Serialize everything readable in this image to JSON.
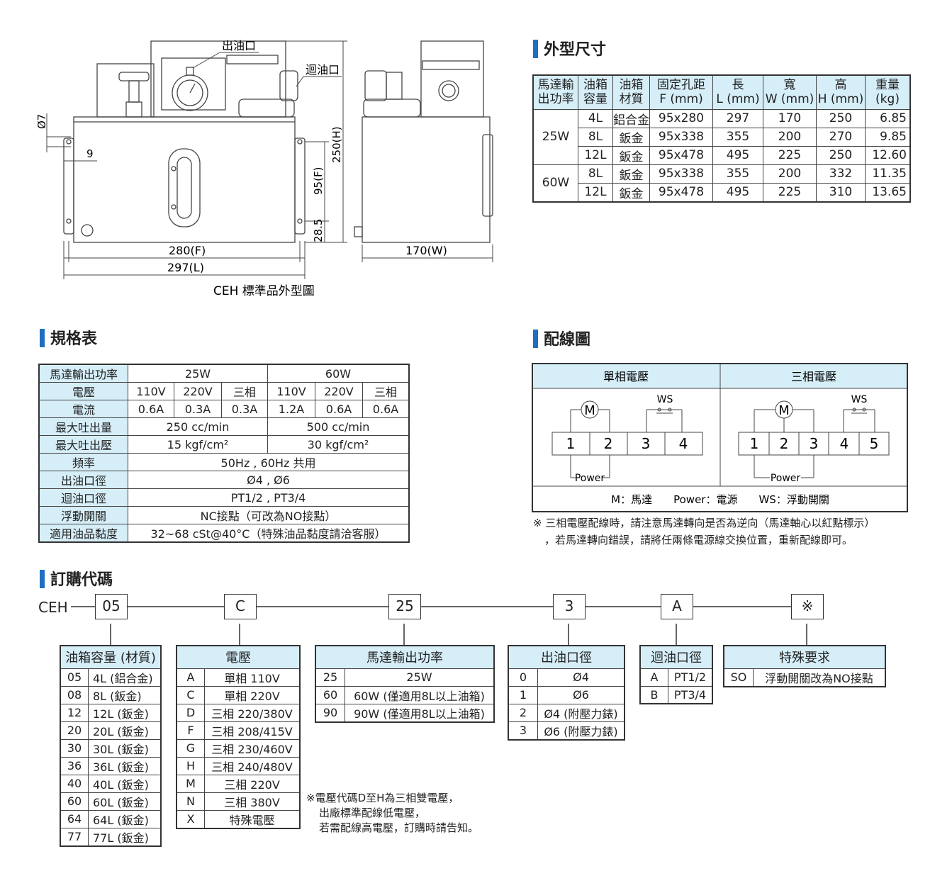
{
  "drawing": {
    "labels": {
      "outlet": "出油口",
      "return": "迴油口",
      "phi7": "Ø7",
      "nine": "9",
      "h250": "250(H)",
      "f95": "95(F)",
      "b28": "28.5",
      "f280": "280(F)",
      "l297": "297(L)",
      "w170": "170(W)"
    },
    "caption": "CEH 標準品外型圖"
  },
  "dimensions": {
    "title": "外型尺寸",
    "headers": [
      [
        "馬達輸",
        "出功率"
      ],
      [
        "油箱",
        "容量"
      ],
      [
        "油箱",
        "材質"
      ],
      [
        "固定孔距",
        "F (mm)"
      ],
      [
        "長",
        "L (mm)"
      ],
      [
        "寬",
        "W (mm)"
      ],
      [
        "高",
        "H (mm)"
      ],
      [
        "重量",
        "(kg)"
      ]
    ],
    "groups": [
      {
        "power": "25W",
        "rows": [
          [
            "4L",
            "鋁合金",
            "95x280",
            "297",
            "170",
            "250",
            "6.85"
          ],
          [
            "8L",
            "鈑金",
            "95x338",
            "355",
            "200",
            "270",
            "9.85"
          ],
          [
            "12L",
            "鈑金",
            "95x478",
            "495",
            "225",
            "250",
            "12.60"
          ]
        ]
      },
      {
        "power": "60W",
        "rows": [
          [
            "8L",
            "鈑金",
            "95x338",
            "355",
            "200",
            "332",
            "11.35"
          ],
          [
            "12L",
            "鈑金",
            "95x478",
            "495",
            "225",
            "310",
            "13.65"
          ]
        ]
      }
    ]
  },
  "specs": {
    "title": "規格表",
    "rows": {
      "power": {
        "label": "馬達輸出功率",
        "a": "25W",
        "b": "60W"
      },
      "voltage": {
        "label": "電壓",
        "vals": [
          "110V",
          "220V",
          "三相",
          "110V",
          "220V",
          "三相"
        ]
      },
      "current": {
        "label": "電流",
        "vals": [
          "0.6A",
          "0.3A",
          "0.3A",
          "1.2A",
          "0.6A",
          "0.6A"
        ]
      },
      "flow": {
        "label": "最大吐出量",
        "a": "250 cc/min",
        "b": "500 cc/min"
      },
      "pressure": {
        "label": "最大吐出壓",
        "a": "15 kgf/cm²",
        "b": "30 kgf/cm²"
      },
      "freq": {
        "label": "頻率",
        "v": "50Hz , 60Hz 共用"
      },
      "outlet": {
        "label": "出油口徑",
        "v": "Ø4 , Ø6"
      },
      "return": {
        "label": "迴油口徑",
        "v": "PT1/2 , PT3/4"
      },
      "float": {
        "label": "浮動開關",
        "v": "NC接點（可改為NO接點）"
      },
      "visc": {
        "label": "適用油品黏度",
        "v": "32~68 cSt@40°C（特殊油品黏度請洽客服）"
      }
    }
  },
  "wiring": {
    "title": "配線圖",
    "single": "單相電壓",
    "three": "三相電壓",
    "m": "M",
    "ws": "WS",
    "power": "Power",
    "terms1": [
      "1",
      "2",
      "3",
      "4"
    ],
    "terms3": [
      "1",
      "2",
      "3",
      "4",
      "5"
    ],
    "legend": "M：馬達　　Power：電源　　WS：浮動開關",
    "note1": "※ 三相電壓配線時，請注意馬達轉向是否為逆向（馬達軸心以紅點標示）",
    "note2": "，若馬達轉向錯誤，請將任兩條電源線交換位置，重新配線即可。"
  },
  "order": {
    "title": "訂購代碼",
    "prefix": "CEH",
    "codes": [
      "05",
      "C",
      "25",
      "3",
      "A",
      "※"
    ],
    "capacity": {
      "title": "油箱容量 (材質)",
      "rows": [
        [
          "05",
          "4L (鋁合金)"
        ],
        [
          "08",
          "8L (鈑金)"
        ],
        [
          "12",
          "12L (鈑金)"
        ],
        [
          "20",
          "20L (鈑金)"
        ],
        [
          "30",
          "30L (鈑金)"
        ],
        [
          "36",
          "36L (鈑金)"
        ],
        [
          "40",
          "40L (鈑金)"
        ],
        [
          "60",
          "60L (鈑金)"
        ],
        [
          "64",
          "64L (鈑金)"
        ],
        [
          "77",
          "77L (鈑金)"
        ]
      ]
    },
    "voltage": {
      "title": "電壓",
      "rows": [
        [
          "A",
          "單相 110V"
        ],
        [
          "C",
          "單相 220V"
        ],
        [
          "D",
          "三相 220/380V"
        ],
        [
          "F",
          "三相 208/415V"
        ],
        [
          "G",
          "三相 230/460V"
        ],
        [
          "H",
          "三相 240/480V"
        ],
        [
          "M",
          "三相 220V"
        ],
        [
          "N",
          "三相 380V"
        ],
        [
          "X",
          "特殊電壓"
        ]
      ]
    },
    "motor": {
      "title": "馬達輸出功率",
      "rows": [
        [
          "25",
          "25W"
        ],
        [
          "60",
          "60W (僅適用8L以上油箱)"
        ],
        [
          "90",
          "90W (僅適用8L以上油箱)"
        ]
      ]
    },
    "outlet": {
      "title": "出油口徑",
      "rows": [
        [
          "0",
          "Ø4"
        ],
        [
          "1",
          "Ø6"
        ],
        [
          "2",
          "Ø4 (附壓力錶)"
        ],
        [
          "3",
          "Ø6 (附壓力錶)"
        ]
      ]
    },
    "return": {
      "title": "迴油口徑",
      "rows": [
        [
          "A",
          "PT1/2"
        ],
        [
          "B",
          "PT3/4"
        ]
      ]
    },
    "special": {
      "title": "特殊要求",
      "rows": [
        [
          "SO",
          "浮動開關改為NO接點"
        ]
      ]
    },
    "note": [
      "※電壓代碼D至H為三相雙電壓，",
      "出廠標準配線低電壓，",
      "若需配線高電壓，訂購時請告知。"
    ]
  }
}
